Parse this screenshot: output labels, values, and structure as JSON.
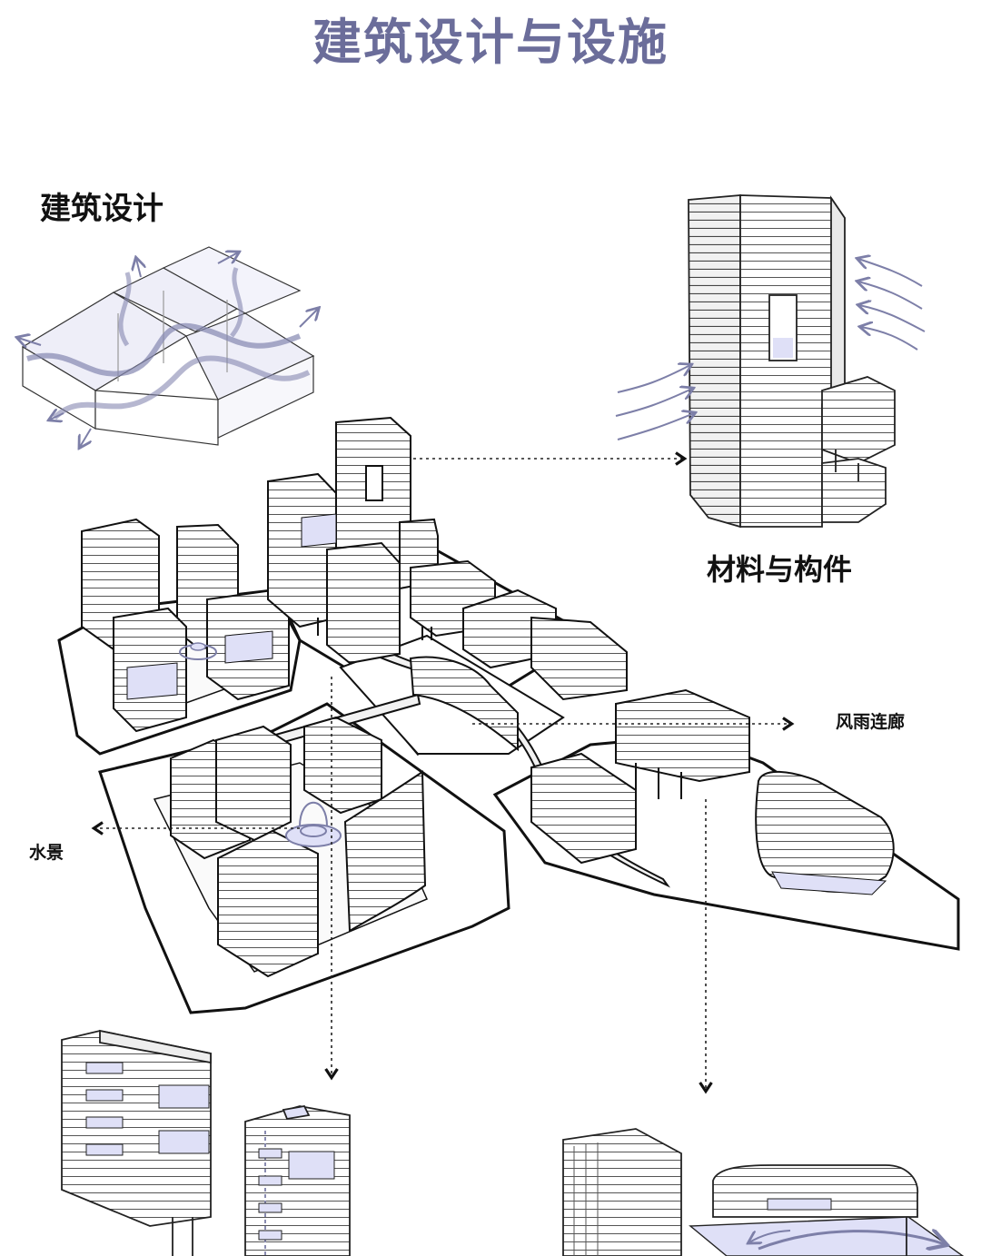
{
  "title": "建筑设计与设施",
  "labels": {
    "architecture_design": "建筑设计",
    "materials_components": "材料与构件",
    "covered_corridor": "风雨连廊",
    "water_feature": "水景"
  },
  "colors": {
    "title": "#6b6d9a",
    "accent_blue": "#dfe0f7",
    "wind_arrows": "#7d7fa8",
    "outline": "#1a1a1a"
  }
}
